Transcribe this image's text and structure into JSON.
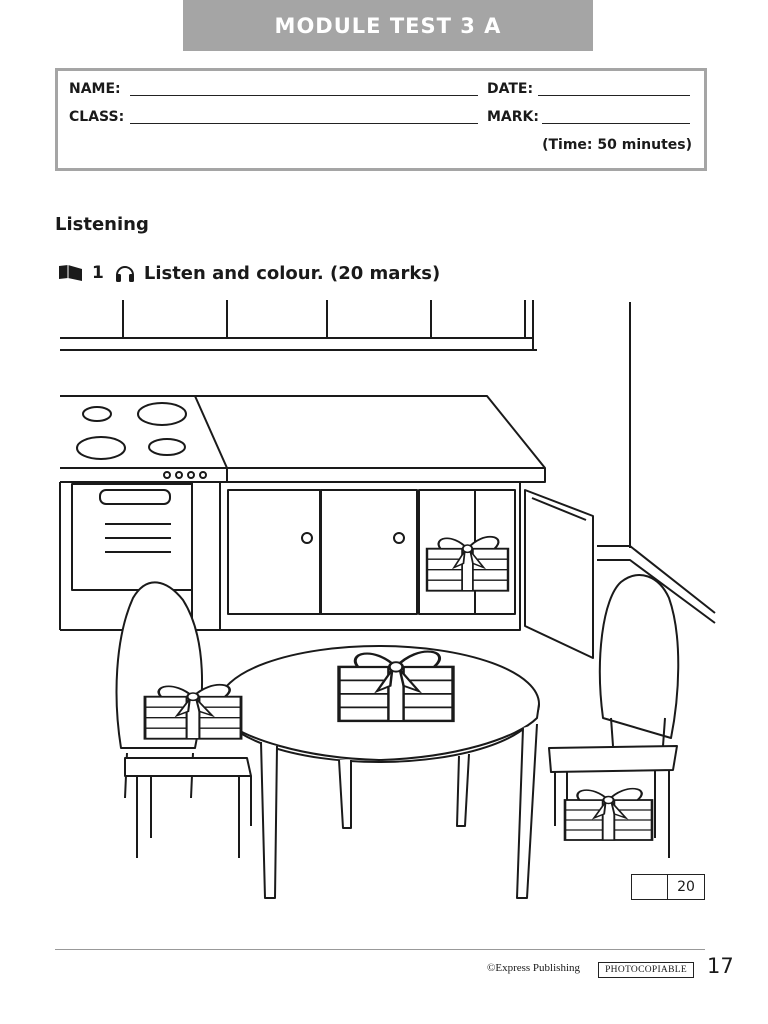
{
  "header": {
    "title": "MODULE TEST 3 A"
  },
  "info": {
    "name_label": "NAME:",
    "date_label": "DATE:",
    "class_label": "CLASS:",
    "mark_label": "MARK:",
    "time_note": "(Time: 50 minutes)"
  },
  "section": {
    "heading": "Listening"
  },
  "task": {
    "number": "1",
    "instruction": "Listen and colour. (20 marks)"
  },
  "icons": [
    "book-icon",
    "headphones-icon"
  ],
  "score": {
    "max": "20"
  },
  "footer": {
    "copyright": "©Express Publishing",
    "photocopiable": "PHOTOCOPIABLE",
    "page_number": "17"
  }
}
